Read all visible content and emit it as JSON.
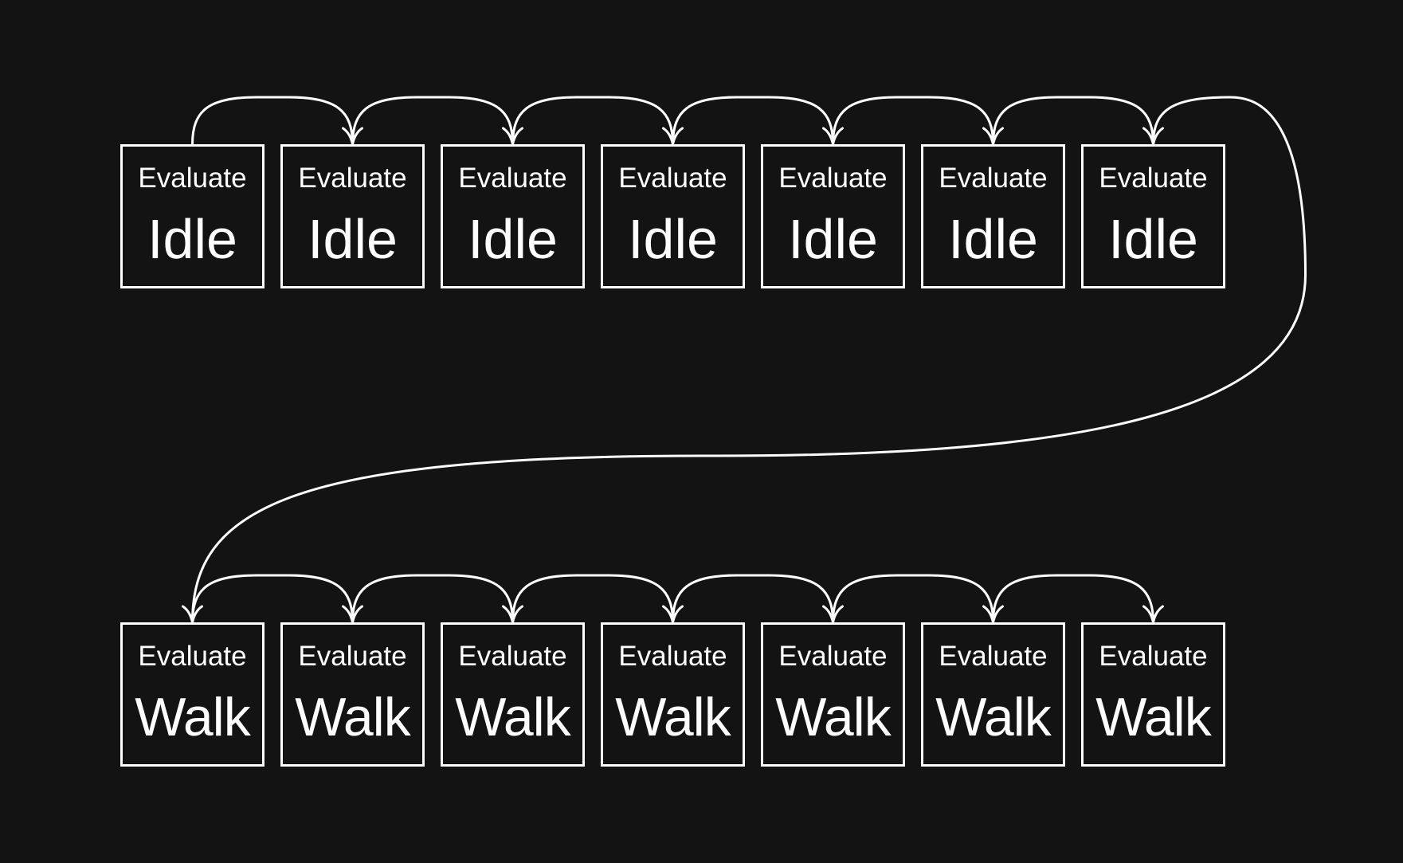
{
  "colors": {
    "background": "#131313",
    "foreground": "#ffffff"
  },
  "rows": [
    {
      "id": "idle",
      "nodes": [
        {
          "sub": "Evaluate",
          "main": "Idle"
        },
        {
          "sub": "Evaluate",
          "main": "Idle"
        },
        {
          "sub": "Evaluate",
          "main": "Idle"
        },
        {
          "sub": "Evaluate",
          "main": "Idle"
        },
        {
          "sub": "Evaluate",
          "main": "Idle"
        },
        {
          "sub": "Evaluate",
          "main": "Idle"
        },
        {
          "sub": "Evaluate",
          "main": "Idle"
        }
      ]
    },
    {
      "id": "walk",
      "nodes": [
        {
          "sub": "Evaluate",
          "main": "Walk"
        },
        {
          "sub": "Evaluate",
          "main": "Walk"
        },
        {
          "sub": "Evaluate",
          "main": "Walk"
        },
        {
          "sub": "Evaluate",
          "main": "Walk"
        },
        {
          "sub": "Evaluate",
          "main": "Walk"
        },
        {
          "sub": "Evaluate",
          "main": "Walk"
        },
        {
          "sub": "Evaluate",
          "main": "Walk"
        }
      ]
    }
  ]
}
